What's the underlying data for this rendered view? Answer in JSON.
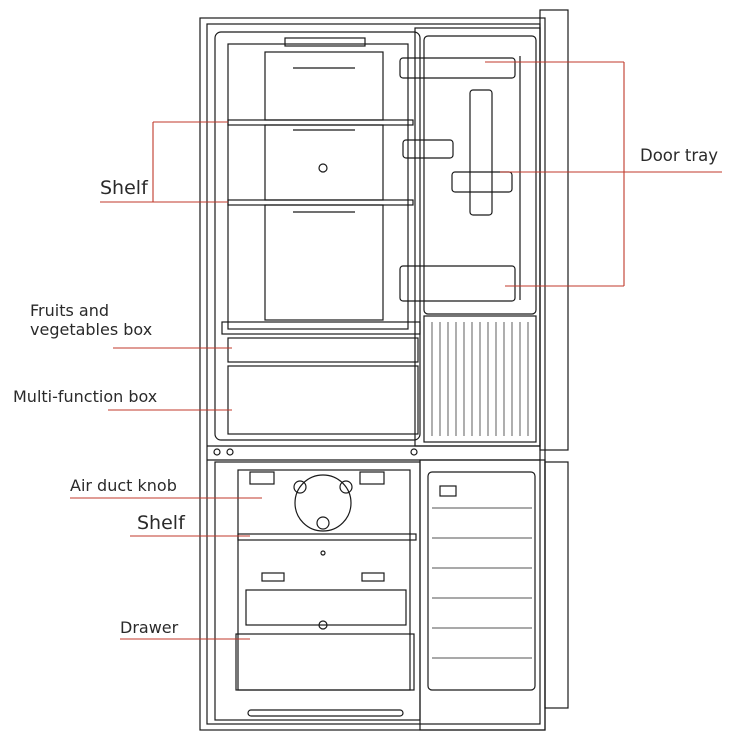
{
  "labels": {
    "shelf_upper": "Shelf",
    "fruits_line1": "Fruits and",
    "fruits_line2": "vegetables  box",
    "multi_function": "Multi-function  box",
    "air_duct": "Air duct knob",
    "shelf_lower": "Shelf",
    "drawer": "Drawer",
    "door_tray": "Door tray"
  },
  "colors": {
    "line": "#1a1a1a",
    "leader": "#c0392b",
    "text": "#2a2a2a",
    "background": "#ffffff"
  }
}
